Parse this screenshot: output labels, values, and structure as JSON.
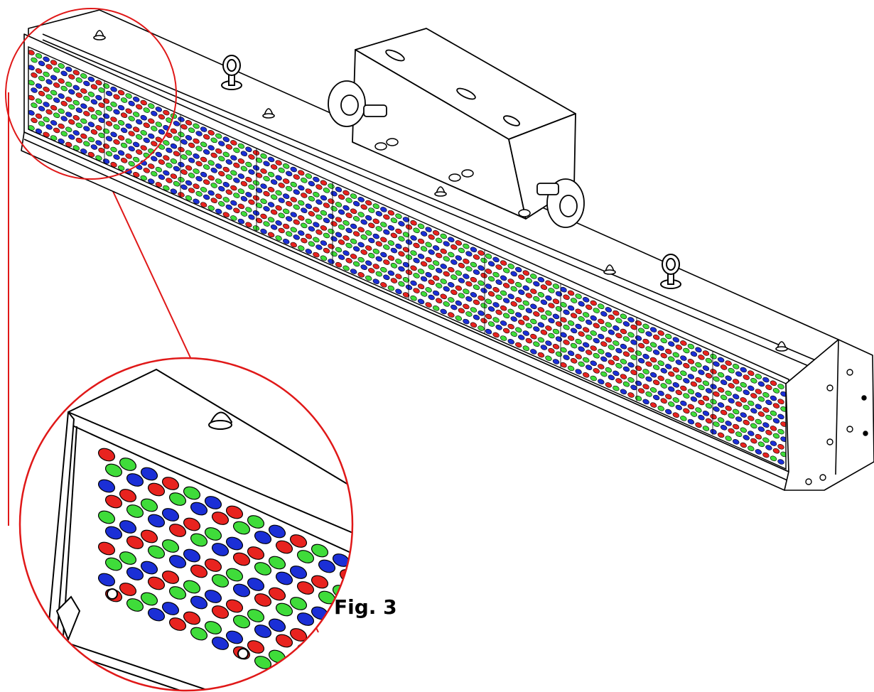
{
  "figure": {
    "label": "Fig. 3"
  },
  "colors": {
    "outline": "#000000",
    "highlight": "#e01818",
    "led_red": "#e8231f",
    "led_green": "#3fdc3a",
    "led_blue": "#1b2fd6"
  },
  "led_pattern": [
    "red",
    "green",
    "blue",
    "red",
    "green",
    "blue"
  ],
  "icons": {
    "magnifier": "zoom-circle-icon",
    "eyebolt": "eyebolt-icon",
    "knob": "knob-icon",
    "screw": "screw-icon"
  }
}
